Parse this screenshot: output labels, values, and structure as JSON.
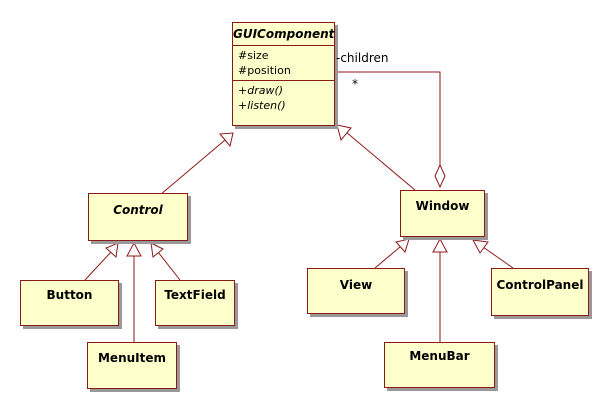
{
  "diagram": {
    "classes": {
      "gui_component": {
        "name": "GUIComponent",
        "abstract": true,
        "attributes": [
          "#size",
          "#position"
        ],
        "operations": [
          "+draw()",
          "+listen()"
        ]
      },
      "control": {
        "name": "Control",
        "abstract": true
      },
      "window": {
        "name": "Window",
        "abstract": false
      },
      "button": {
        "name": "Button",
        "abstract": false
      },
      "textfield": {
        "name": "TextField",
        "abstract": false
      },
      "menuitem": {
        "name": "MenuItem",
        "abstract": false
      },
      "view": {
        "name": "View",
        "abstract": false
      },
      "menubar": {
        "name": "MenuBar",
        "abstract": false
      },
      "controlpanel": {
        "name": "ControlPanel",
        "abstract": false
      }
    },
    "association": {
      "role": "-children",
      "multiplicity": "*",
      "from": "Window",
      "to": "GUIComponent",
      "kind": "aggregation"
    },
    "generalizations": [
      {
        "child": "Control",
        "parent": "GUIComponent"
      },
      {
        "child": "Window",
        "parent": "GUIComponent"
      },
      {
        "child": "Button",
        "parent": "Control"
      },
      {
        "child": "MenuItem",
        "parent": "Control"
      },
      {
        "child": "TextField",
        "parent": "Control"
      },
      {
        "child": "View",
        "parent": "Window"
      },
      {
        "child": "MenuBar",
        "parent": "Window"
      },
      {
        "child": "ControlPanel",
        "parent": "Window"
      }
    ],
    "colors": {
      "box_fill": "#ffffcc",
      "box_border": "#8b1a1a",
      "line": "#8b1a1a",
      "shadow": "#999999"
    }
  }
}
